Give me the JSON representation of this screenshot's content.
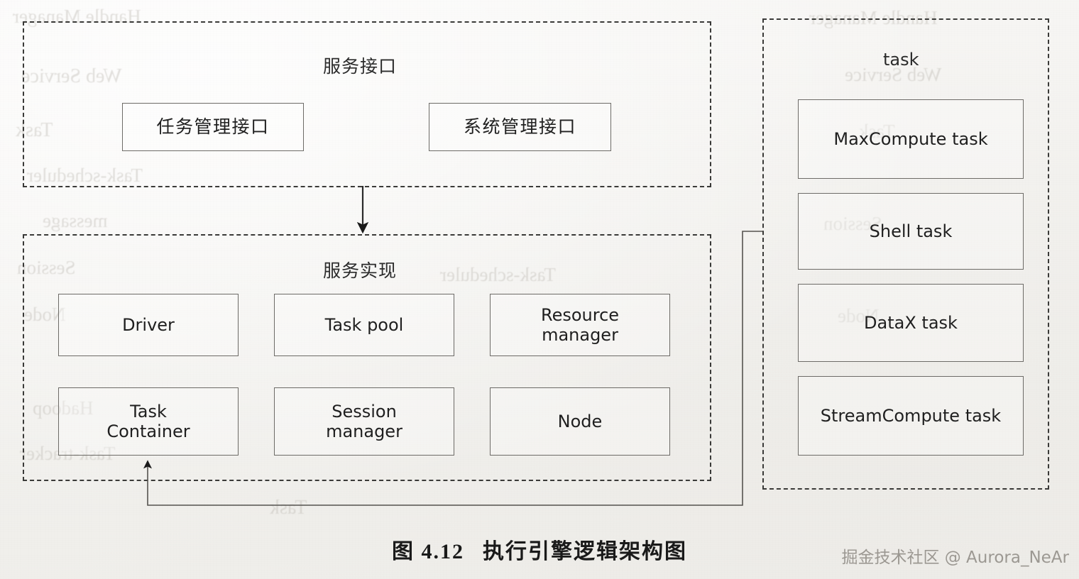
{
  "figure": {
    "caption_number": "图 4.12",
    "caption_text": "执行引擎逻辑架构图",
    "watermark": "掘金技术社区 @ Aurora_NeAr"
  },
  "panels": {
    "service_interface": {
      "title": "服务接口",
      "boxes": [
        {
          "label": "任务管理接口"
        },
        {
          "label": "系统管理接口"
        }
      ]
    },
    "service_implementation": {
      "title": "服务实现",
      "boxes": [
        {
          "label": "Driver"
        },
        {
          "label": "Task pool"
        },
        {
          "label": "Resource manager",
          "line1": "Resource",
          "line2": "manager"
        },
        {
          "label": "Task Container",
          "line1": "Task",
          "line2": "Container"
        },
        {
          "label": "Session manager",
          "line1": "Session",
          "line2": "manager"
        },
        {
          "label": "Node"
        }
      ]
    },
    "task": {
      "title": "task",
      "boxes": [
        {
          "label": "MaxCompute task"
        },
        {
          "label": "Shell task"
        },
        {
          "label": "DataX task"
        },
        {
          "label": "StreamCompute task"
        }
      ]
    }
  },
  "connectors": [
    {
      "name": "interface-to-implementation",
      "from": "service_interface",
      "to": "service_implementation",
      "style": "solid-arrow-down"
    },
    {
      "name": "task-to-task-container",
      "from": "task",
      "to": "Task Container",
      "style": "solid-arrow-elbow-up"
    }
  ],
  "ghost_text": [
    "Handle Manager",
    "Web Service",
    "Task",
    "Task-scheduler",
    "message",
    "Session",
    "Node",
    "Hadoop",
    "Task-tracker"
  ],
  "colors": {
    "paper": "#f5f4f2",
    "ink": "#1f1f1f",
    "panel_border": "#3a3a38",
    "box_border": "#6d6b67"
  }
}
